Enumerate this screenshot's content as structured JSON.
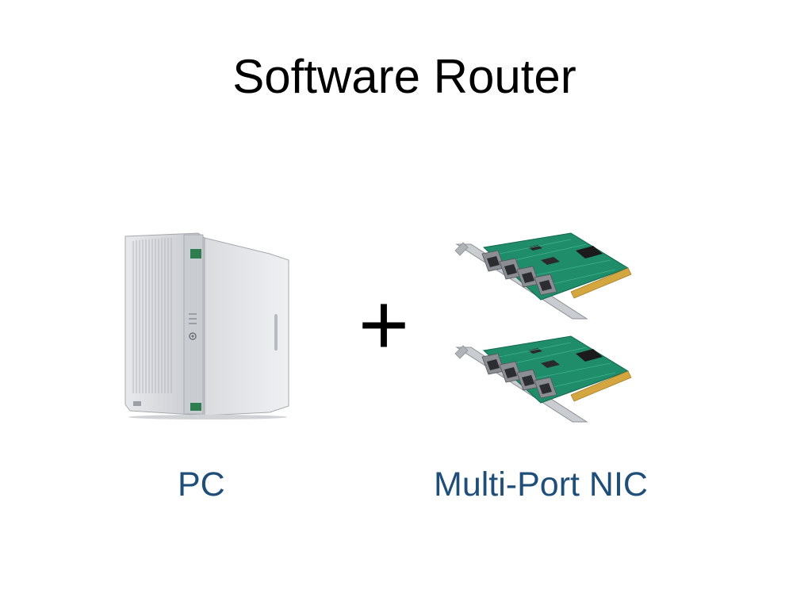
{
  "slide": {
    "title": "Software Router",
    "plus_sign": "+",
    "labels": {
      "pc": "PC",
      "nic": "Multi-Port NIC"
    },
    "images": {
      "pc": "pc-tower-image",
      "nic": "network-card-image"
    },
    "colors": {
      "title": "#000000",
      "label": "#1f4e79",
      "background": "#ffffff",
      "pcb": "#1f8c6a"
    }
  }
}
